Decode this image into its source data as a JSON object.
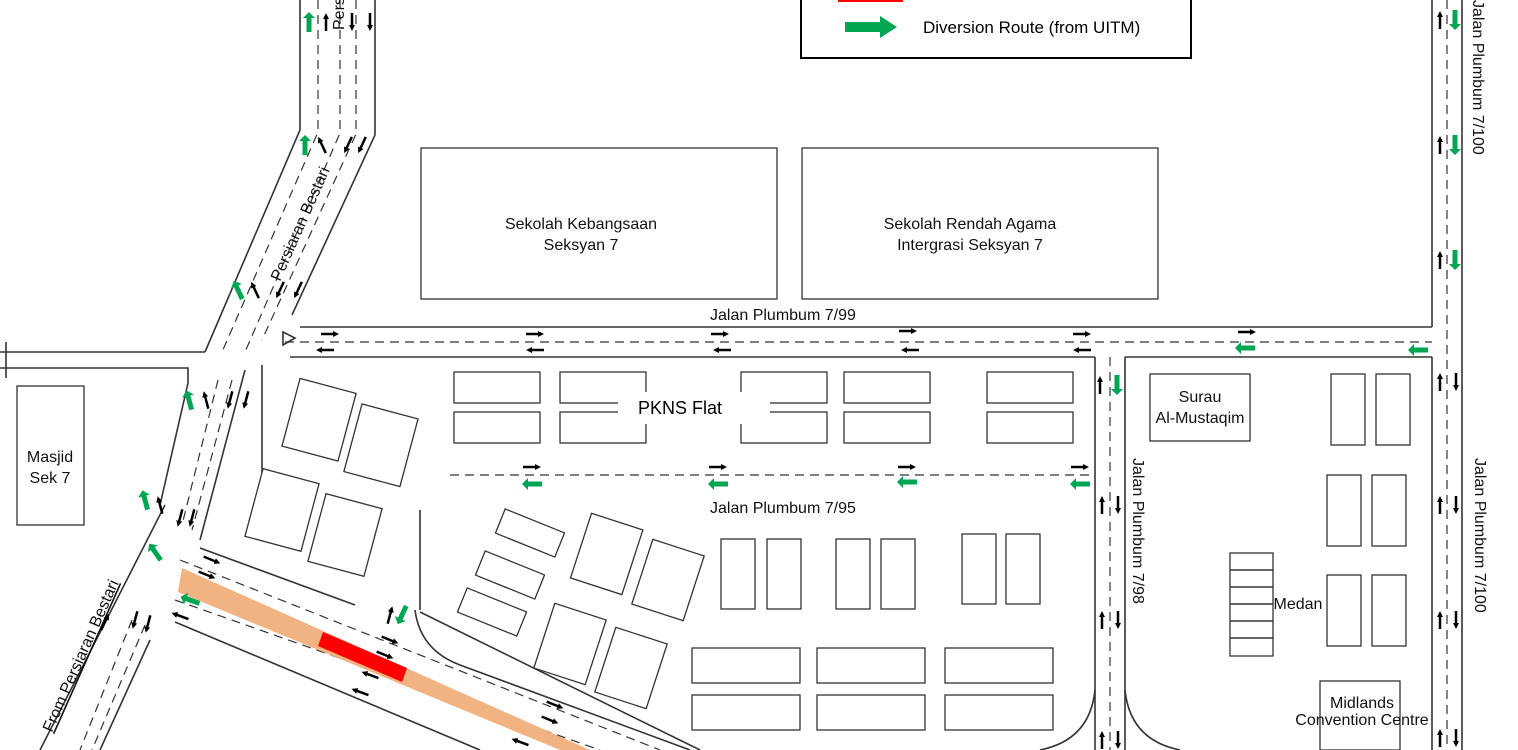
{
  "legend": {
    "items": [
      {
        "label": "Diversion Route (from UITM)",
        "color": "#00a651",
        "icon": "green-arrow-icon"
      }
    ],
    "closure_color": "#ff0000",
    "works_color": "#f2b382"
  },
  "roads": {
    "persiaran_bestari_top": "Persi",
    "persiaran_bestari": "Persiaran Bestari",
    "from_persiaran_bestari": "From Persiaran Bestari",
    "plumbum_7_99": "Jalan Plumbum 7/99",
    "plumbum_7_95": "Jalan Plumbum 7/95",
    "plumbum_7_98": "Jalan Plumbum 7/98",
    "plumbum_7_100_top": "Jalan Plumbum 7/100",
    "plumbum_7_100": "Jalan Plumbum 7/100"
  },
  "places": {
    "sk_line1": "Sekolah Kebangsaan",
    "sk_line2": "Seksyan 7",
    "srai_line1": "Sekolah Rendah Agama",
    "srai_line2": "Intergrasi Seksyan 7",
    "pkns": "PKNS Flat",
    "masjid_line1": "Masjid",
    "masjid_line2": "Sek 7",
    "surau_line1": "Surau",
    "surau_line2": "Al-Mustaqim",
    "medan": "Medan",
    "midlands_line1": "Midlands",
    "midlands_line2": "Convention Centre"
  }
}
